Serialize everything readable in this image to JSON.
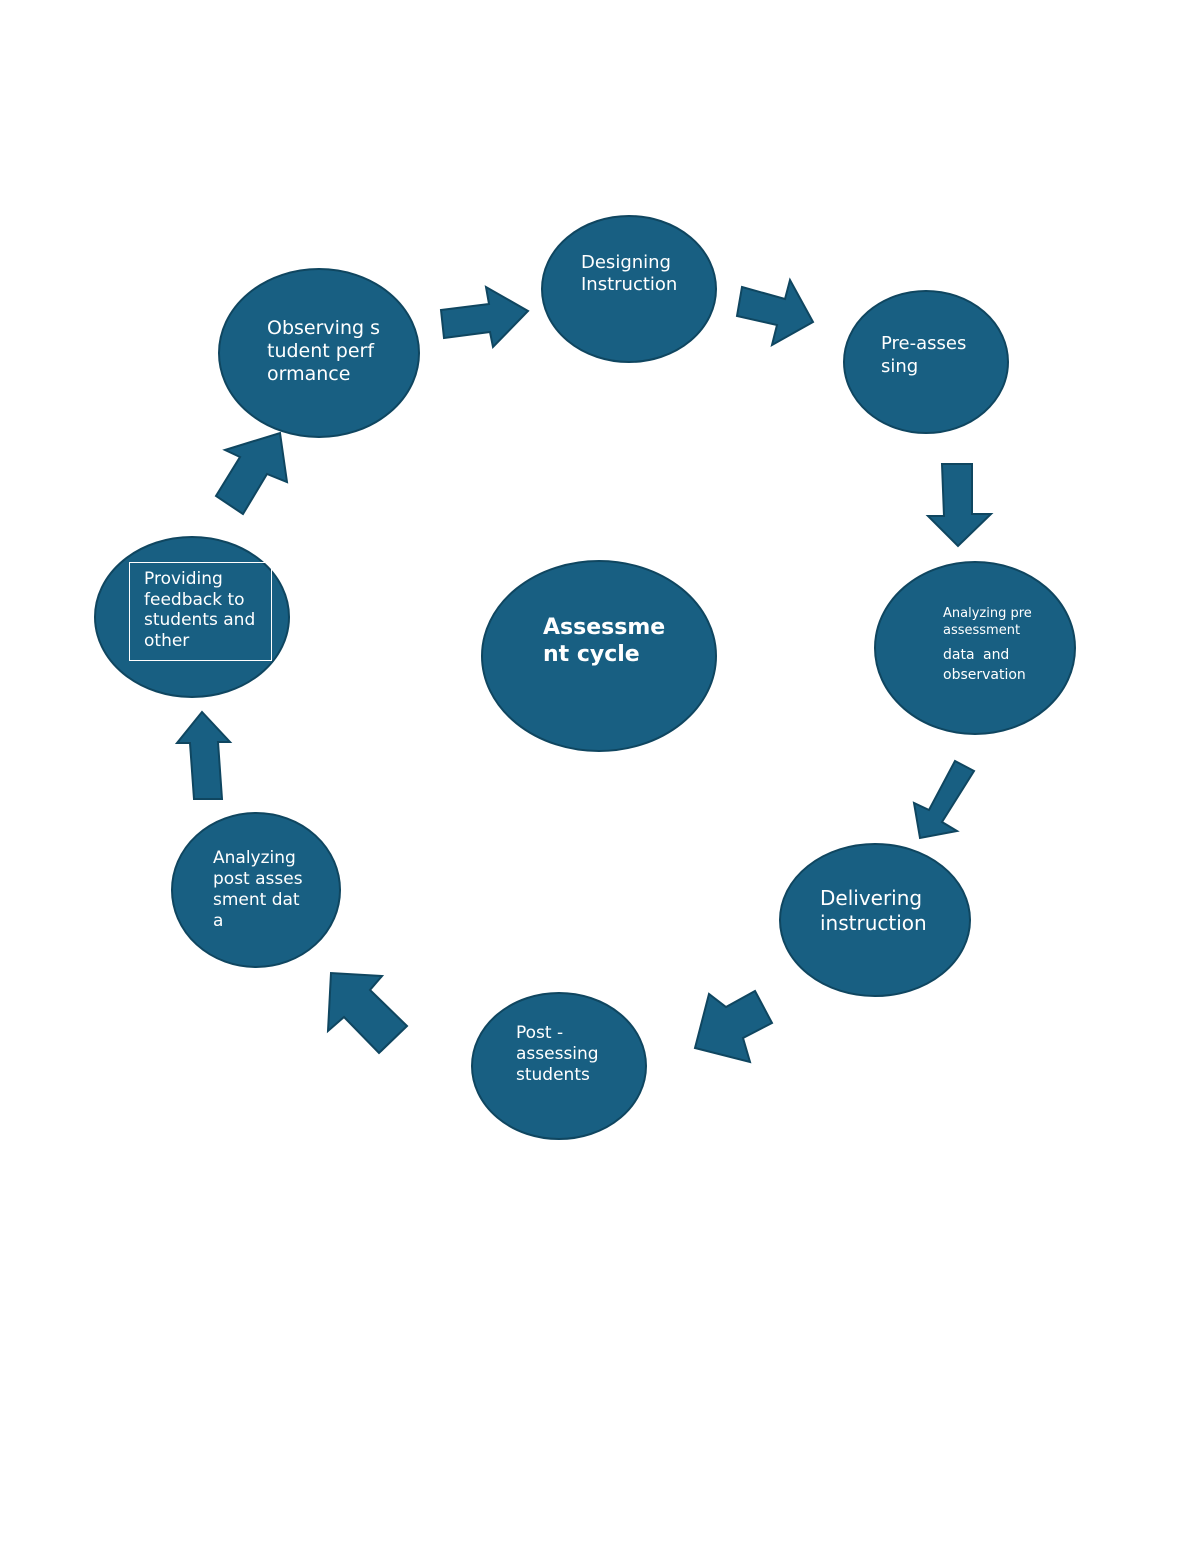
{
  "diagram": {
    "center": {
      "label": "Assessment cycle"
    },
    "nodes": {
      "designing": "Designing Instruction",
      "pre_assessing": "Pre-assessing",
      "analyzing_pre": "Analyzing pre assessment",
      "analyzing_pre_2": "data and observation",
      "delivering": "Delivering instruction",
      "post_assessing": "Post - assessing students",
      "analyzing_post": "Analyzing post assessment data",
      "providing_feedback": "Providing feedback to students and other",
      "observing": "Observing student performance"
    },
    "colors": {
      "node_fill": "#185f82",
      "node_stroke": "#0f4660",
      "arrow_fill": "#185f82",
      "text": "#ffffff"
    },
    "arrows": [
      "arrow-observing-to-designing",
      "arrow-designing-to-pre-assessing",
      "arrow-pre-assessing-to-analyzing-pre",
      "arrow-analyzing-pre-to-delivering",
      "arrow-delivering-to-post-assessing",
      "arrow-post-assessing-to-analyzing-post",
      "arrow-analyzing-post-to-feedback",
      "arrow-feedback-to-observing"
    ]
  }
}
